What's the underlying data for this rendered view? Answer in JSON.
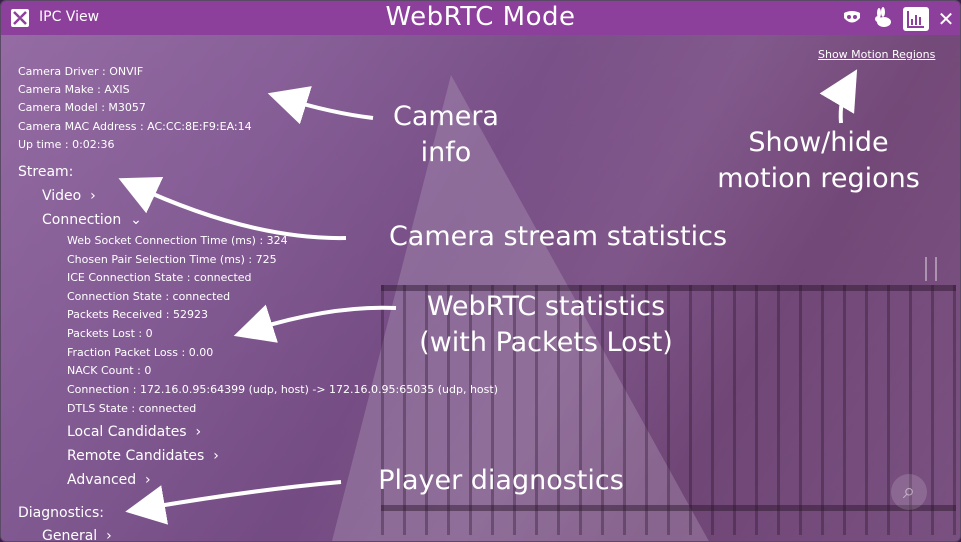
{
  "titlebar": {
    "app_title": "IPC View",
    "mode_title": "WebRTC Mode",
    "icons": [
      "app-logo-icon",
      "mask-icon",
      "rabbit-icon",
      "stats-chart-icon",
      "close-icon"
    ],
    "close_glyph": "✕"
  },
  "camera_info": {
    "driver": "Camera Driver : ONVIF",
    "make": "Camera Make : AXIS",
    "model": "Camera Model : M3057",
    "mac": "Camera MAC Address : AC:CC:8E:F9:EA:14",
    "uptime": "Up time : 0:02:36"
  },
  "stream": {
    "heading": "Stream:",
    "video_label": "Video",
    "connection_label": "Connection",
    "stats": [
      "Web Socket Connection Time (ms) : 324",
      "Chosen Pair Selection Time (ms) : 725",
      "ICE Connection State : connected",
      "Connection State : connected",
      "Packets Received : 52923",
      "Packets Lost : 0",
      "Fraction Packet Loss : 0.00",
      "NACK Count : 0",
      "Connection : 172.16.0.95:64399 (udp, host) -> 172.16.0.95:65035 (udp, host)",
      "DTLS State : connected"
    ],
    "local_candidates": "Local Candidates",
    "remote_candidates": "Remote Candidates",
    "advanced": "Advanced"
  },
  "diagnostics": {
    "heading": "Diagnostics:",
    "general": "General"
  },
  "motion": {
    "link": "Show Motion Regions"
  },
  "callouts": {
    "camera_info_1": "Camera",
    "camera_info_2": "info",
    "stream_stats": "Camera stream statistics",
    "webrtc_1": "WebRTC statistics",
    "webrtc_2": "(with Packets Lost)",
    "player": "Player diagnostics",
    "motion_1": "Show/hide",
    "motion_2": "motion regions"
  },
  "colors": {
    "titlebar": "#8d3f9c",
    "overlay": "#7a3c8c"
  }
}
